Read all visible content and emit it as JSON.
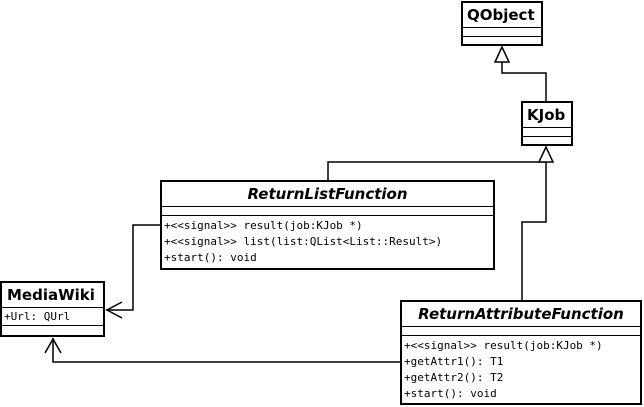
{
  "diagram": {
    "type": "uml-class-diagram",
    "classes": {
      "qobject": {
        "name": "QObject",
        "attributes": [],
        "operations": []
      },
      "kjob": {
        "name": "KJob",
        "attributes": [],
        "operations": []
      },
      "return_list_function": {
        "name": "ReturnListFunction",
        "abstract": true,
        "attributes": [],
        "operations": [
          "+<<signal>> result(job:KJob *)",
          "+<<signal>> list(list:QList<List::Result>)",
          "+start(): void"
        ]
      },
      "media_wiki": {
        "name": "MediaWiki",
        "attributes": [
          "+Url: QUrl"
        ],
        "operations": []
      },
      "return_attribute_function": {
        "name": "ReturnAttributeFunction",
        "abstract": true,
        "attributes": [],
        "operations": [
          "+<<signal>> result(job:KJob *)",
          "+getAttr1(): T1",
          "+getAttr2(): T2",
          "+start(): void"
        ]
      }
    },
    "relations": [
      {
        "from": "KJob",
        "to": "QObject",
        "kind": "generalization"
      },
      {
        "from": "ReturnListFunction",
        "to": "KJob",
        "kind": "generalization"
      },
      {
        "from": "ReturnAttributeFunction",
        "to": "KJob",
        "kind": "generalization"
      },
      {
        "from": "ReturnListFunction",
        "to": "MediaWiki",
        "kind": "association"
      },
      {
        "from": "ReturnAttributeFunction",
        "to": "MediaWiki",
        "kind": "association"
      }
    ]
  }
}
